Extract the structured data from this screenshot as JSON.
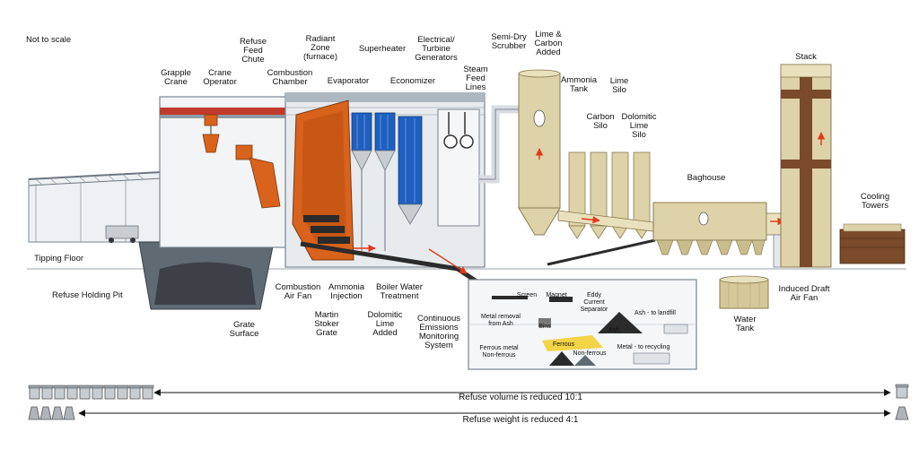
{
  "note": "Not to scale",
  "colors": {
    "steel": "#8e9aa6",
    "orange": "#d9621c",
    "boiler": "#1f5fbf",
    "silo": "#ddd2a8",
    "stack_band": "#7a4a2a",
    "ferrous": "#f2d23c",
    "arrow": "#e0391a"
  },
  "labels": {
    "grapple_crane": [
      "Grapple",
      "Crane"
    ],
    "crane_operator": [
      "Crane",
      "Operator"
    ],
    "refuse_feed_chute": [
      "Refuse",
      "Feed",
      "Chute"
    ],
    "combustion_chamber": [
      "Combustion",
      "Chamber"
    ],
    "radiant_zone": [
      "Radiant",
      "Zone",
      "(furnace)"
    ],
    "evaporator": [
      "Evaporator"
    ],
    "superheater": [
      "Superheater"
    ],
    "economizer": [
      "Economizer"
    ],
    "turbine_generators": [
      "Electrical/",
      "Turbine",
      "Generators"
    ],
    "steam_feed_lines": [
      "Steam",
      "Feed",
      "Lines"
    ],
    "semi_dry_scrubber": [
      "Semi-Dry",
      "Scrubber"
    ],
    "lime_carbon_added": [
      "Lime &",
      "Carbon",
      "Added"
    ],
    "ammonia_tank": [
      "Ammonia",
      "Tank"
    ],
    "lime_silo": [
      "Lime",
      "Silo"
    ],
    "carbon_silo": [
      "Carbon",
      "Silo"
    ],
    "dolomitic_lime_silo": [
      "Dolomitic",
      "Lime",
      "Silo"
    ],
    "stack": [
      "Stack"
    ],
    "baghouse": [
      "Baghouse"
    ],
    "cooling_towers": [
      "Cooling",
      "Towers"
    ],
    "tipping_floor": [
      "Tipping Floor"
    ],
    "refuse_holding_pit": [
      "Refuse Holding Pit"
    ],
    "grate_surface": [
      "Grate",
      "Surface"
    ],
    "combustion_air_fan": [
      "Combustion",
      "Air Fan"
    ],
    "ammonia_injection": [
      "Ammonia",
      "Injection"
    ],
    "martin_stoker_grate": [
      "Martin",
      "Stoker",
      "Grate"
    ],
    "dolomitic_lime_added": [
      "Dolomitic",
      "Lime",
      "Added"
    ],
    "boiler_water_treatment": [
      "Boiler Water",
      "Treatment"
    ],
    "cems": [
      "Continuous",
      "Emissions",
      "Monitoring",
      "System"
    ],
    "induced_draft_fan": [
      "Induced Draft",
      "Air Fan"
    ],
    "water_tank": [
      "Water",
      "Tank"
    ]
  },
  "metals": {
    "screen": "Screen",
    "magnet": "Magnet",
    "eddy_current_separator": [
      "Eddy",
      "Current",
      "Separator"
    ],
    "metal_removal_from_ash": [
      "Metal removal",
      "from Ash"
    ],
    "bins": "Bins",
    "ash_to_landfill": "Ash - to landfill",
    "ash": "Ash",
    "ferrous": "Ferrous",
    "ferrous_metal_nonferrous": [
      "Ferrous metal",
      "Non-ferrous"
    ],
    "non_ferrous": "Non-ferrous",
    "metal_to_recycling": "Metal - to recycling"
  },
  "reduction": {
    "volume_text": "Refuse volume is reduced 10:1",
    "volume_ratio": "10:1",
    "volume_icon_count": 10,
    "weight_text": "Refuse weight is reduced 4:1",
    "weight_ratio": "4:1",
    "weight_icon_count": 4
  }
}
